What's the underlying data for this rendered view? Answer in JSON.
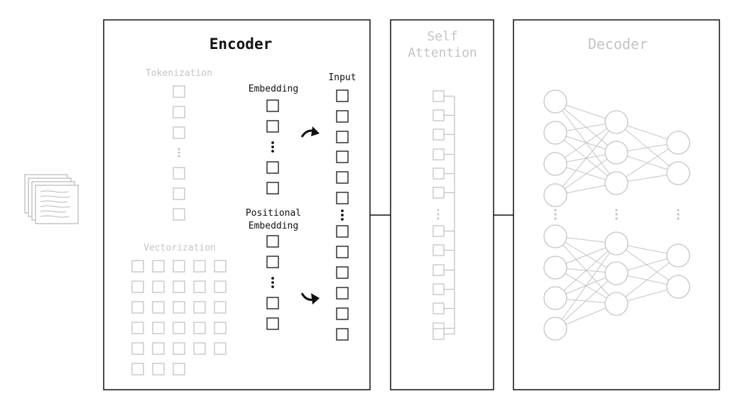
{
  "panels": {
    "encoder": {
      "title": "Encoder",
      "tokenization_label": "Tokenization",
      "vectorization_label": "Vectorization",
      "embedding_label": "Embedding",
      "positional_label_line1": "Positional",
      "positional_label_line2": "Embedding",
      "input_label": "Input"
    },
    "self_attention": {
      "title_line1": "Self",
      "title_line2": "Attention"
    },
    "decoder": {
      "title": "Decoder"
    }
  },
  "colors": {
    "active": "#111111",
    "faded": "#c4c4c4"
  },
  "icons": {
    "document_stack": "document-stack-icon"
  }
}
